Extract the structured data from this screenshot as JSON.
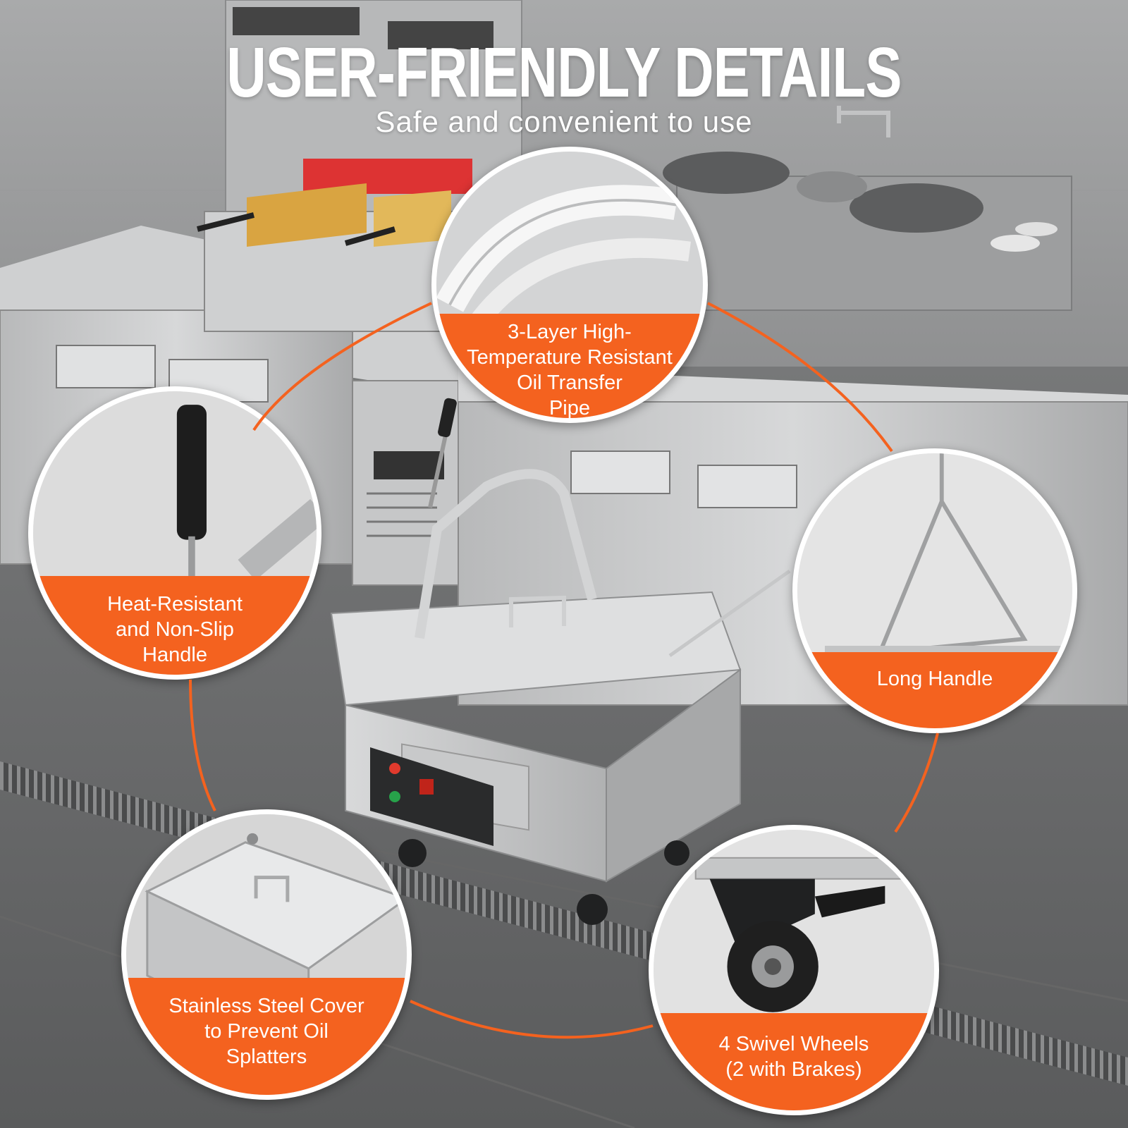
{
  "header": {
    "title": "USER-FRIENDLY DETAILS",
    "subtitle": "Safe and convenient to use"
  },
  "callouts": [
    {
      "lines": [
        "3-Layer High-",
        "Temperature Resistant",
        "Oil Transfer",
        "Pipe"
      ]
    },
    {
      "lines": [
        "Heat-Resistant",
        "and Non-Slip",
        "Handle"
      ]
    },
    {
      "lines": [
        "Long Handle"
      ]
    },
    {
      "lines": [
        "Stainless Steel Cover",
        "to Prevent Oil",
        "Splatters"
      ]
    },
    {
      "lines": [
        "4 Swivel Wheels",
        "(2 with Brakes)"
      ]
    }
  ],
  "colors": {
    "accent": "#f4621f",
    "text": "#ffffff",
    "steel": "#c9cacb",
    "background": "#6d6d6d"
  },
  "icons": [
    "oil-pipe-icon",
    "handle-icon",
    "long-handle-icon",
    "cover-icon",
    "wheel-icon"
  ]
}
